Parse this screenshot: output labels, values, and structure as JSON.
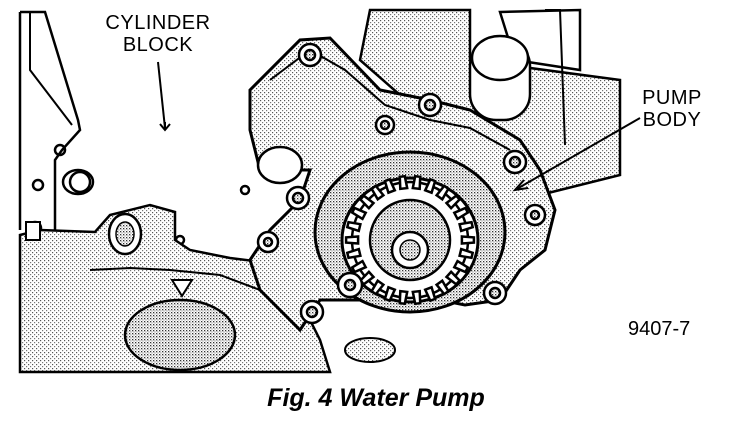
{
  "labels": {
    "cylinder_block_line1": "CYLINDER",
    "cylinder_block_line2": "BLOCK",
    "pump_body_line1": "PUMP",
    "pump_body_line2": "BODY"
  },
  "reference_number": "9407-7",
  "caption": "Fig. 4 Water Pump",
  "colors": {
    "ink": "#000000",
    "paper": "#ffffff",
    "stipple": "#9a9a9a"
  }
}
